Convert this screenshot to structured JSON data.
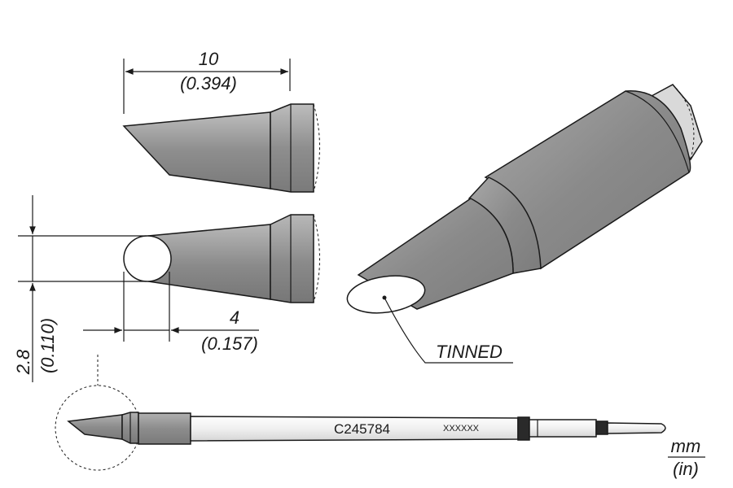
{
  "dimensions": {
    "length_mm": "10",
    "length_in": "(0.394)",
    "width_mm": "4",
    "width_in": "(0.157)",
    "thickness_mm": "2.8",
    "thickness_in": "(0.110)"
  },
  "labels": {
    "tinned": "TINNED",
    "part_number": "C245784",
    "serial": "XXXXXX"
  },
  "units": {
    "primary": "mm",
    "secondary": "(in)"
  },
  "colors": {
    "body_gray": "#8c8c8c",
    "tip_gray": "#9a9a9a",
    "light_gray": "#d9d9d9",
    "outline": "#1a1a1a"
  }
}
